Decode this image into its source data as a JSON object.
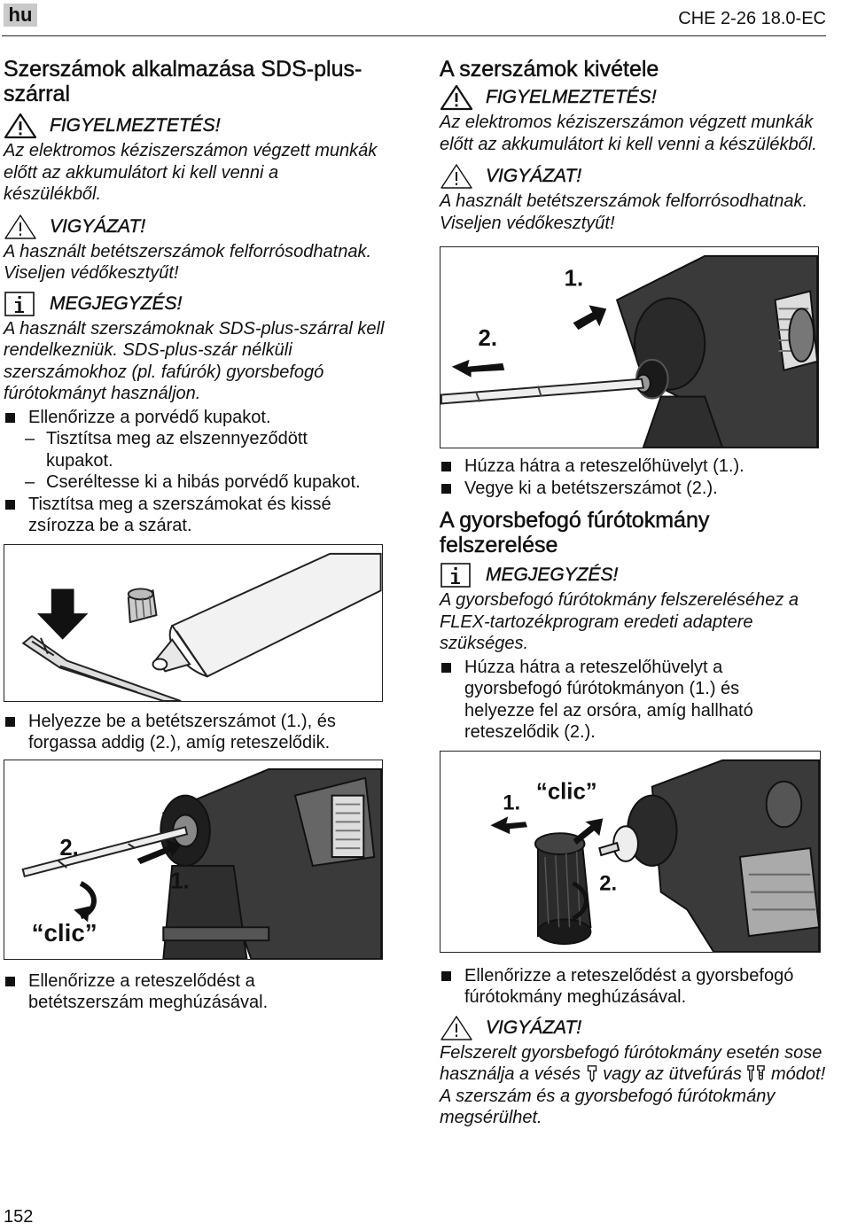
{
  "header": {
    "lang": "hu",
    "model": "CHE 2-26 18.0-EC"
  },
  "left": {
    "title": "Szerszámok alkalmazása SDS-plus-szárral",
    "warning": {
      "title": "FIGYELMEZTETÉS!",
      "text": "Az elektromos kéziszerszámon végzett munkák előtt az akkumulátort ki kell venni a készülékből."
    },
    "caution": {
      "title": "VIGYÁZAT!",
      "text": "A használt betétszerszámok felforrósodhatnak. Viseljen védőkesztyűt!"
    },
    "note": {
      "title": "MEGJEGYZÉS!",
      "text": "A használt szerszámoknak SDS-plus-szárral kell rendelkezniük. SDS-plus-szár nélküli szerszámokhoz (pl. fafúrók) gyorsbefogó fúrótokmányt használjon."
    },
    "bullet1": "Ellenőrizze a porvédő kupakot.",
    "dash1": "Tisztítsa meg az elszennyeződött kupakot.",
    "dash2": "Cseréltesse ki a hibás porvédő kupakot.",
    "bullet2": "Tisztítsa meg a szerszámokat és kissé zsírozza be a szárat.",
    "bullet3": "Helyezze be a betétszerszámot (1.), és forgassa addig (2.), amíg reteszelődik.",
    "fig2": {
      "step2": "2.",
      "step1": "1.",
      "clic": "“clic”"
    },
    "bullet4": "Ellenőrizze a reteszelődést a betétszerszám meghúzásával."
  },
  "right": {
    "title": "A szerszámok kivétele",
    "warning": {
      "title": "FIGYELMEZTETÉS!",
      "text": "Az elektromos kéziszerszámon végzett munkák előtt az akkumulátort ki kell venni a készülékből."
    },
    "caution": {
      "title": "VIGYÁZAT!",
      "text": "A használt betétszerszámok felforrósodhatnak. Viseljen védőkesztyűt!"
    },
    "fig1": {
      "step1": "1.",
      "step2": "2."
    },
    "bullet1": "Húzza hátra a reteszelőhüvelyt (1.).",
    "bullet2": "Vegye ki a betétszerszámot (2.).",
    "title2": "A gyorsbefogó fúrótokmány felszerelése",
    "note": {
      "title": "MEGJEGYZÉS!",
      "text": "A gyorsbefogó fúrótokmány felszereléséhez a FLEX-tartozékprogram eredeti adaptere szükséges."
    },
    "bullet3": "Húzza hátra a reteszelőhüvelyt a gyorsbefogó fúrótokmányon (1.) és helyezze fel az orsóra, amíg hallható reteszelődik (2.).",
    "fig2": {
      "step1": "1.",
      "step2": "2.",
      "clic": "“clic”"
    },
    "bullet4": "Ellenőrizze a reteszelődést a gyorsbefogó fúrótokmány meghúzásával.",
    "caution2": {
      "title": "VIGYÁZAT!",
      "text_a": "Felszerelt gyorsbefogó fúrótokmány esetén sose használja a vésés",
      "text_b": "vagy az ütvefúrás",
      "text_c": "módot! A szerszám és a gyorsbefogó fúrótokmány megsérülhet."
    }
  },
  "footer": {
    "page": "152"
  }
}
